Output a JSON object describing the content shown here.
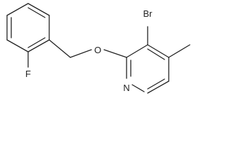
{
  "molecule": {
    "atoms": {
      "bromine": "Br",
      "oxygen": "O",
      "fluorine": "F",
      "nitrogen": "N"
    },
    "colors": {
      "bond": "#222222",
      "text": "#222222",
      "background": "#ffffff"
    }
  }
}
